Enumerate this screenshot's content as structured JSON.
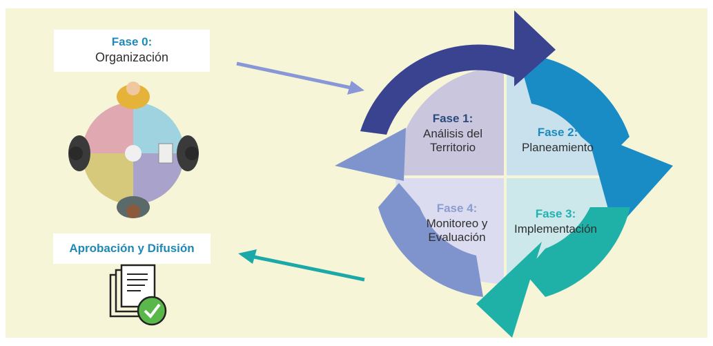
{
  "phase0": {
    "title": "Fase 0:",
    "subtitle": "Organización"
  },
  "approval": {
    "label": "Aprobación y Difusión"
  },
  "cycle": [
    {
      "title": "Fase 1:",
      "lines": [
        "Análisis del",
        "Territorio"
      ],
      "title_color": "#2a4a7c",
      "fill": "#c9c6de"
    },
    {
      "title": "Fase 2:",
      "lines": [
        "Planeamiento"
      ],
      "title_color": "#1a8ac0",
      "fill": "#c9e1ec"
    },
    {
      "title": "Fase 3:",
      "lines": [
        "Implementación"
      ],
      "title_color": "#1fb2b0",
      "fill": "#cde8ea"
    },
    {
      "title": "Fase 4:",
      "lines": [
        "Monitoreo y",
        "Evaluación"
      ],
      "title_color": "#8a9dd0",
      "fill": "#dcdcf0"
    }
  ],
  "colors": {
    "background": "#f6f5d8",
    "arrow_top_left": "#3a4390",
    "arrow_right": "#1a8cc5",
    "arrow_bottom_right": "#1fb0a8",
    "arrow_left": "#7f93cd",
    "pointer_in": "#8a97d6",
    "pointer_out": "#1aa8a8"
  },
  "icons": {
    "meeting": "puzzle-meeting-icon",
    "document": "approved-documents-icon"
  }
}
